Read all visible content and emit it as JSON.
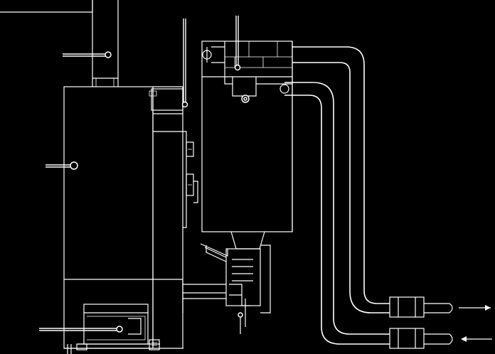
{
  "diagram": {
    "colors": {
      "background": "#000000",
      "line": "#ffffff"
    },
    "flow_arrows": [
      {
        "direction": "out"
      },
      {
        "direction": "in"
      }
    ],
    "callout_leaders": 6
  }
}
